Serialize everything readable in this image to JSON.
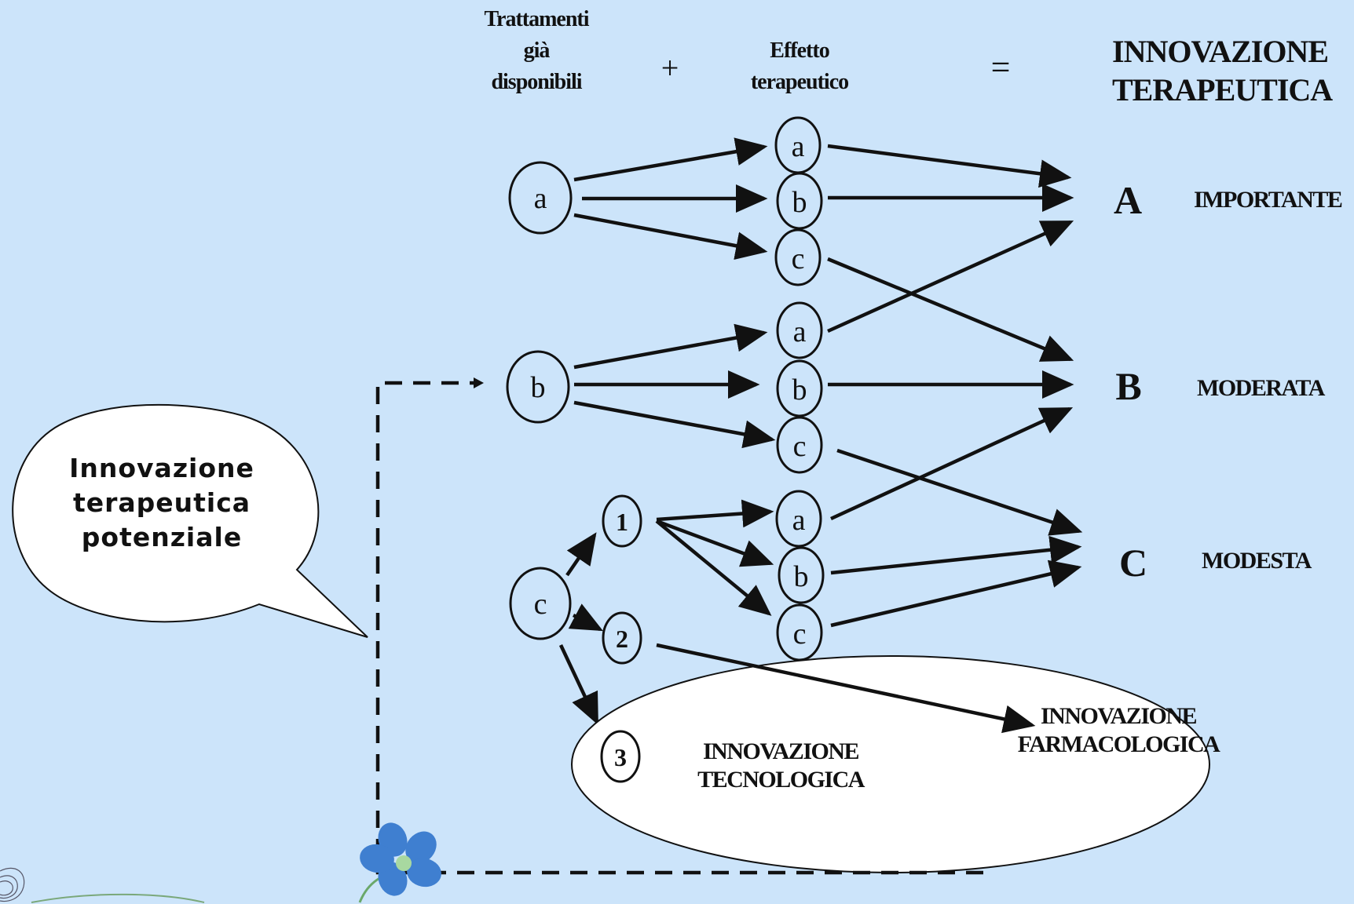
{
  "header": {
    "col1": [
      "Trattamenti",
      "già",
      "disponibili"
    ],
    "plus": "+",
    "col2": [
      "Effetto",
      "terapeutico"
    ],
    "equals": "=",
    "col3": [
      "INNOVAZIONE",
      "TERAPEUTICA"
    ]
  },
  "treatments": [
    "a",
    "b",
    "c"
  ],
  "effects": [
    "a",
    "b",
    "c"
  ],
  "subnodes": [
    "1",
    "2",
    "3"
  ],
  "levels": [
    {
      "letter": "A",
      "word": "IMPORTANTE"
    },
    {
      "letter": "B",
      "word": "MODERATA"
    },
    {
      "letter": "C",
      "word": "MODESTA"
    }
  ],
  "callout": [
    "Innovazione",
    "terapeutica",
    "potenziale"
  ],
  "ellipse": {
    "tecnologica": [
      "INNOVAZIONE",
      "TECNOLOGICA"
    ],
    "farmacologica": [
      "INNOVAZIONE",
      "FARMACOLOGICA"
    ]
  },
  "colors": {
    "background": "#cce4fa",
    "stroke": "#111111",
    "fill": "#ffffff",
    "flower": "#3f7fd0"
  }
}
